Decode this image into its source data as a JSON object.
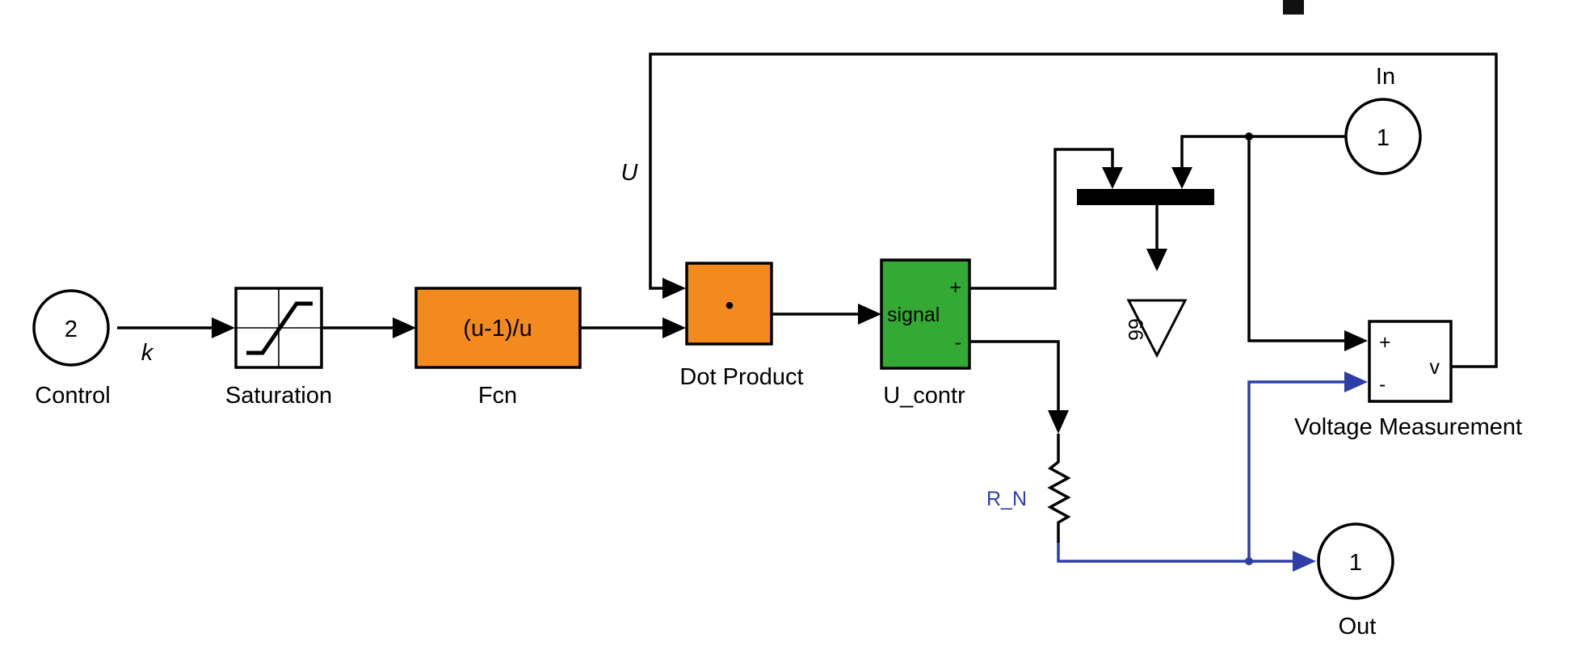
{
  "colors": {
    "orange_block": "#f28a1e",
    "green_block": "#33aa33",
    "physical_wire": "#2e3ea8",
    "signal_wire": "#000000"
  },
  "blocks": {
    "control": {
      "port_number": "2",
      "label": "Control"
    },
    "saturation": {
      "label": "Saturation"
    },
    "fcn": {
      "expression": "(u-1)/u",
      "label": "Fcn"
    },
    "dot_product": {
      "symbol": "•",
      "label": "Dot Product"
    },
    "u_contr": {
      "inner_label": "signal",
      "plus": "+",
      "minus": "-",
      "label": "U_contr"
    },
    "in_port": {
      "port_number": "1",
      "label": "In"
    },
    "ground": {
      "label": "66"
    },
    "voltage_measurement": {
      "plus": "+",
      "minus": "-",
      "output": "v",
      "label": "Voltage Measurement"
    },
    "resistor": {
      "label": "R_N"
    },
    "out_port": {
      "port_number": "1",
      "label": "Out"
    }
  },
  "signals": {
    "k": "k",
    "U": "U"
  }
}
